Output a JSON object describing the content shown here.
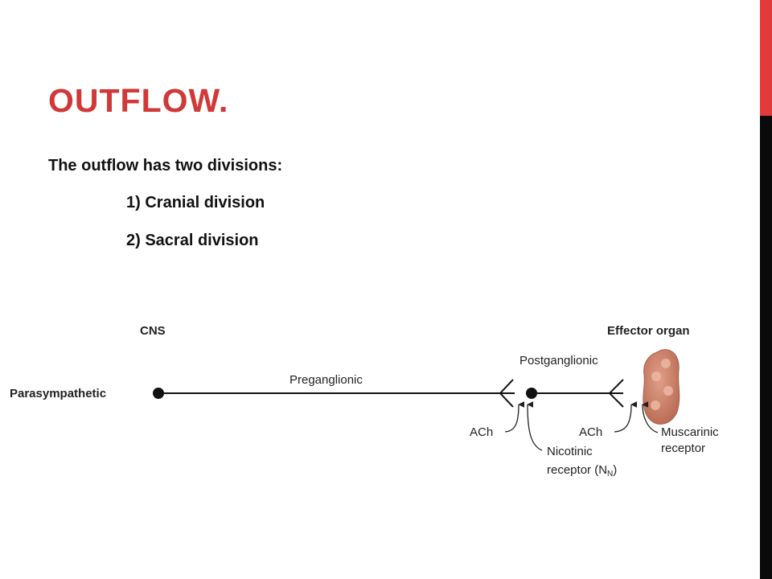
{
  "slide": {
    "title": "OUTFLOW.",
    "intro": "The outflow has two divisions:",
    "items": [
      "1) Cranial division",
      "2) Sacral division"
    ]
  },
  "diagram": {
    "cns_label": "CNS",
    "effector_label": "Effector organ",
    "system_label": "Parasympathetic",
    "preganglionic_label": "Preganglionic",
    "postganglionic_label": "Postganglionic",
    "ach_label_1": "ACh",
    "ach_label_2": "ACh",
    "nicotinic_line1": "Nicotinic",
    "nicotinic_line2": "receptor (N",
    "nicotinic_sub": "N",
    "nicotinic_close": ")",
    "muscarinic_line1": "Muscarinic",
    "muscarinic_line2": "receptor"
  },
  "colors": {
    "title": "#d13838",
    "accent_bar": "#e03a3a",
    "side_bar": "#0a0a0a",
    "organ": "#c8826a"
  }
}
